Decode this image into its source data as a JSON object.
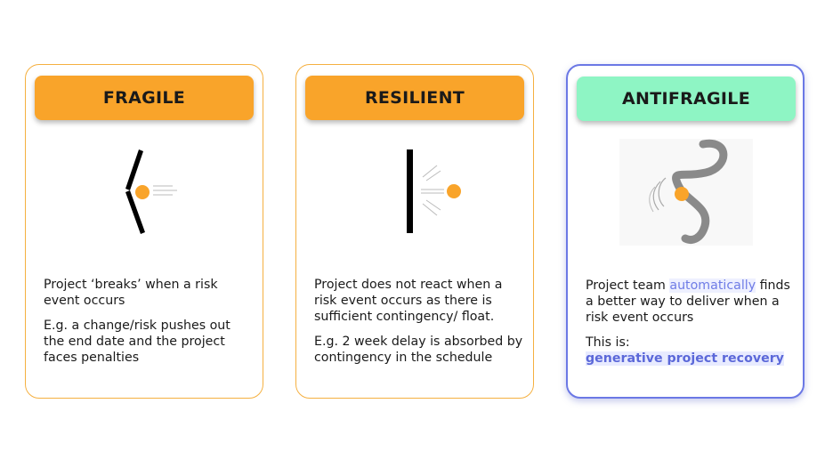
{
  "cards": [
    {
      "title": "FRAGILE",
      "line1": "Project ‘breaks’ when a risk event occurs",
      "line2": "E.g. a change/risk pushes out the end date and the project faces penalties"
    },
    {
      "title": "RESILIENT",
      "line1": "Project does not react when a risk event occurs as there is sufficient contingency/ float.",
      "line2": "E.g. 2 week delay is absorbed by contingency in the schedule"
    },
    {
      "title": "ANTIFRAGILE",
      "line1_prefix": "Project team ",
      "line1_highlight": "automatically",
      "line1_suffix": " finds a better way to deliver when a risk event occurs",
      "line2": "This is:",
      "line3": "generative project recovery"
    }
  ],
  "colors": {
    "orange": "#f9a42a",
    "mint": "#8ef5c4",
    "accent_blue": "#6b78e5",
    "ball": "#f9a42a"
  },
  "icons": [
    "broken-wall-icon",
    "solid-wall-icon",
    "s-curve-path-icon"
  ]
}
